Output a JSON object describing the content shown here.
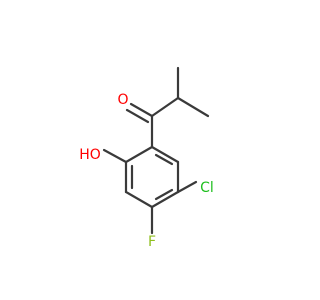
{
  "molecule": {
    "atoms": {
      "oxygen_carbonyl": {
        "label": "O",
        "color": "#ff0000"
      },
      "hydroxyl": {
        "label": "HO",
        "color": "#ff0000"
      },
      "chlorine": {
        "label": "Cl",
        "color": "#1fbf1f"
      },
      "fluorine": {
        "label": "F",
        "color": "#8fbf1f"
      }
    },
    "bond_color": "#3a3a3a",
    "background": "#ffffff"
  }
}
